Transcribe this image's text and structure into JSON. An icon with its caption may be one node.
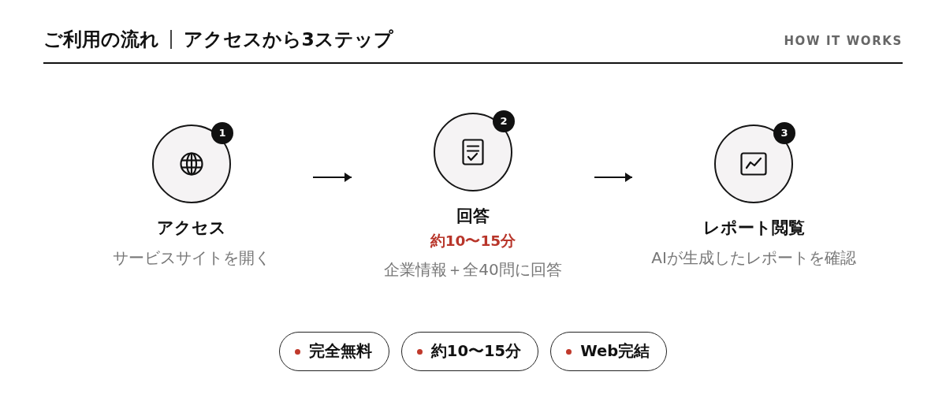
{
  "diagram": {
    "title": "ご利用の流れ",
    "nodes": [
      {
        "text": [
          "1",
          "アクセス",
          "サービスサイトを開く"
        ]
      },
      {
        "text": [
          "2",
          "回答",
          "約10〜15分",
          "企業情報＋全40問に回答"
        ]
      },
      {
        "text": [
          "3",
          "レポート閲覧",
          "AIが生成したレポートを確認"
        ]
      },
      {
        "text": [
          "完全無料"
        ]
      },
      {
        "text": [
          "約10〜15分"
        ]
      },
      {
        "text": [
          "Web完結"
        ]
      }
    ],
    "edges": [
      {
        "from": 0,
        "to": 1,
        "arrow": "to"
      },
      {
        "from": 1,
        "to": 2,
        "arrow": "to"
      }
    ],
    "labels": [
      "アクセスから3ステップ",
      "HOW IT WORKS"
    ]
  }
}
